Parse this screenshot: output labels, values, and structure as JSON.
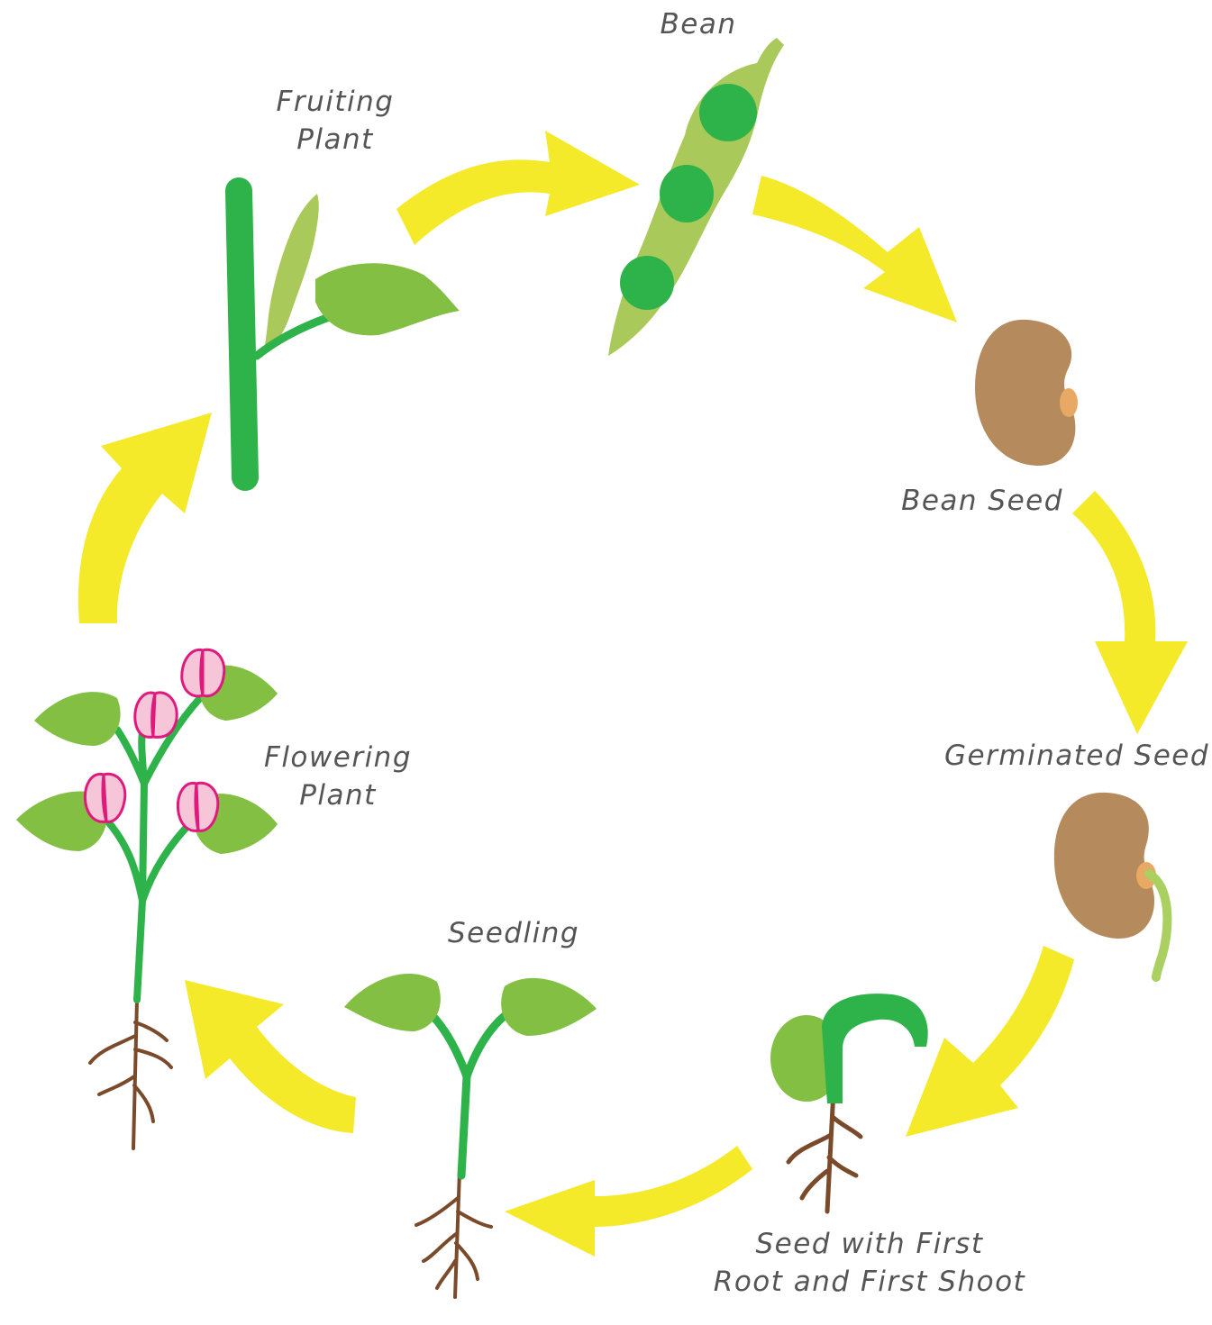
{
  "diagram": {
    "stages": [
      {
        "id": "bean",
        "label": "Bean"
      },
      {
        "id": "bean-seed",
        "label": "Bean Seed"
      },
      {
        "id": "germinated-seed",
        "label": "Germinated Seed"
      },
      {
        "id": "seed-root-shoot",
        "label_line1": "Seed with First",
        "label_line2": "Root and First Shoot"
      },
      {
        "id": "seedling",
        "label": "Seedling"
      },
      {
        "id": "flowering-plant",
        "label_line1": "Flowering",
        "label_line2": "Plant"
      },
      {
        "id": "fruiting-plant",
        "label_line1": "Fruiting",
        "label_line2": "Plant"
      }
    ],
    "colors": {
      "arrow": "#f4ea2a",
      "leaf": "#82bf43",
      "stem": "#2db34a",
      "pod": "#a9c95a",
      "bean_dark": "#2db34a",
      "seed": "#b58a5c",
      "hilum": "#e8a965",
      "root": "#7a4a2a",
      "flower": "#f6c6d8",
      "flower_outline": "#e0197d",
      "text": "#555555"
    }
  }
}
